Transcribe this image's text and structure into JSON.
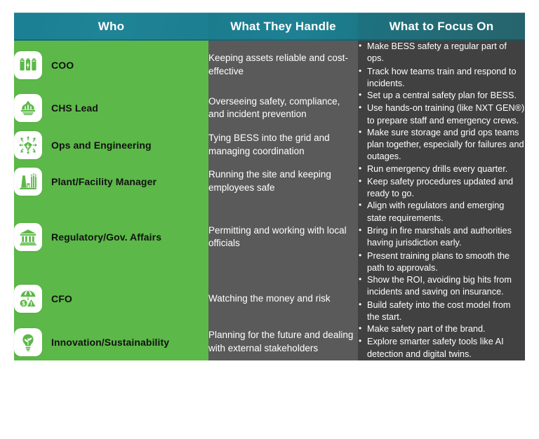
{
  "colors": {
    "green": "#5cb848",
    "header_teal_left": "#1e8496",
    "header_teal_right": "#26646c",
    "mid_gray": "#5a5a5a",
    "dark_gray": "#414141",
    "icon_green": "#5cb848",
    "badge_white": "#ffffff",
    "page_background": "#ffffff"
  },
  "table": {
    "headers": [
      {
        "label": "Who",
        "name": "who"
      },
      {
        "label": "What They Handle",
        "name": "what-they-handle"
      },
      {
        "label": "What to Focus On",
        "name": "what-to-focus-on"
      }
    ],
    "rows": [
      {
        "icon": "battery-cabinets-icon",
        "who": "COO",
        "handle": "Keeping assets reliable and cost-effective",
        "focus": [
          "Make BESS safety a regular part of ops.",
          "Track how teams train and respond to incidents."
        ]
      },
      {
        "icon": "hard-hat-safety-icon",
        "who": "CHS Lead",
        "handle": "Overseeing safety, compliance, and incident prevention",
        "focus": [
          "Set up a central safety plan for BESS.",
          "Use hands-on training (like NXT GEN®) to prepare staff and emergency crews."
        ]
      },
      {
        "icon": "grid-distribution-icon",
        "who": "Ops and Engineering",
        "handle": "Tying BESS into the grid and managing coordination",
        "focus": [
          "Make sure storage and grid ops teams plan together, especially for failures and outages."
        ]
      },
      {
        "icon": "factory-plant-icon",
        "who": "Plant/Facility Manager",
        "handle": "Running the site and keeping employees safe",
        "focus": [
          "Run emergency drills every quarter.",
          "Keep safety procedures updated and ready to go."
        ]
      },
      {
        "icon": "government-building-icon",
        "who": "Regulatory/Gov. Affairs",
        "handle": "Permitting and working with local officials",
        "focus": [
          "Align with regulators and emerging state requirements.",
          "Bring in fire marshals and authorities having jurisdiction early.",
          "Present training plans to smooth the path to approvals."
        ]
      },
      {
        "icon": "umbrella-risk-icon",
        "who": "CFO",
        "handle": "Watching the money and risk",
        "focus": [
          "Show the ROI, avoiding big hits from incidents and saving on insurance.",
          "Build safety into the cost model from the start."
        ]
      },
      {
        "icon": "lightbulb-leaf-icon",
        "who": "Innovation/Sustainability",
        "handle": "Planning for the future and dealing with external stakeholders",
        "focus": [
          "Make safety part of the brand.",
          "Explore smarter safety tools like AI detection and digital twins."
        ]
      }
    ]
  }
}
